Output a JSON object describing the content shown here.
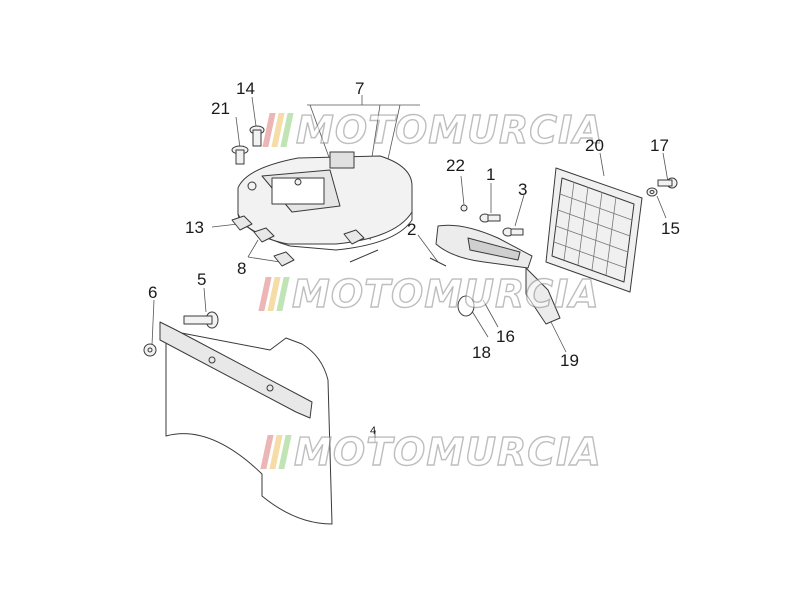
{
  "watermark": {
    "text": "MOTOMURCIA",
    "stripe_colors": [
      "#e07b7b",
      "#f0c060",
      "#8fcf7a"
    ],
    "outline_color": "#8a8a8a"
  },
  "callouts": {
    "c1": "1",
    "c2": "2",
    "c3": "3",
    "c4": "4",
    "c5": "5",
    "c6": "6",
    "c7": "7",
    "c8": "8",
    "c13": "13",
    "c14": "14",
    "c15": "15",
    "c16": "16",
    "c17": "17",
    "c18": "18",
    "c19": "19",
    "c20": "20",
    "c21": "21",
    "c22": "22"
  },
  "colors": {
    "line": "#3a3a3a",
    "part_fill": "#f2f2f2",
    "shade": "#d6d6d6"
  }
}
